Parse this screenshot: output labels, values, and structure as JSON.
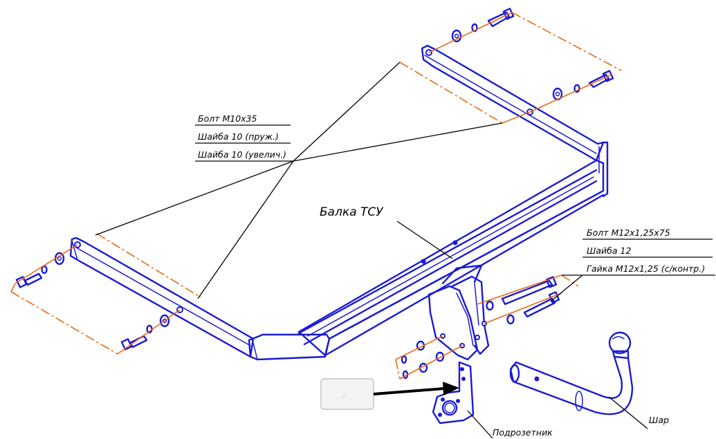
{
  "labels": {
    "bolt_m10": "Болт М10х35",
    "washer_spring": "Шайба 10 (пруж.)",
    "washer_enlarged": "Шайба 10 (увелич.)",
    "beam": "Балка ТСУ",
    "bolt_m12": "Болт М12х1,25х75",
    "washer_12": "Шайба 12",
    "nut_m12": "Гайка М12х1,25 (с/контр.)",
    "socket_bracket": "Подрозетник",
    "ball": "Шар"
  },
  "colors": {
    "part_outline": "#1a1ad6",
    "axis_line": "#e86a10",
    "leader_line": "#000000",
    "background": "#ffffff"
  },
  "icons": {
    "placeholder_box": "empty-image-box-icon",
    "arrow": "black-arrow-icon"
  }
}
